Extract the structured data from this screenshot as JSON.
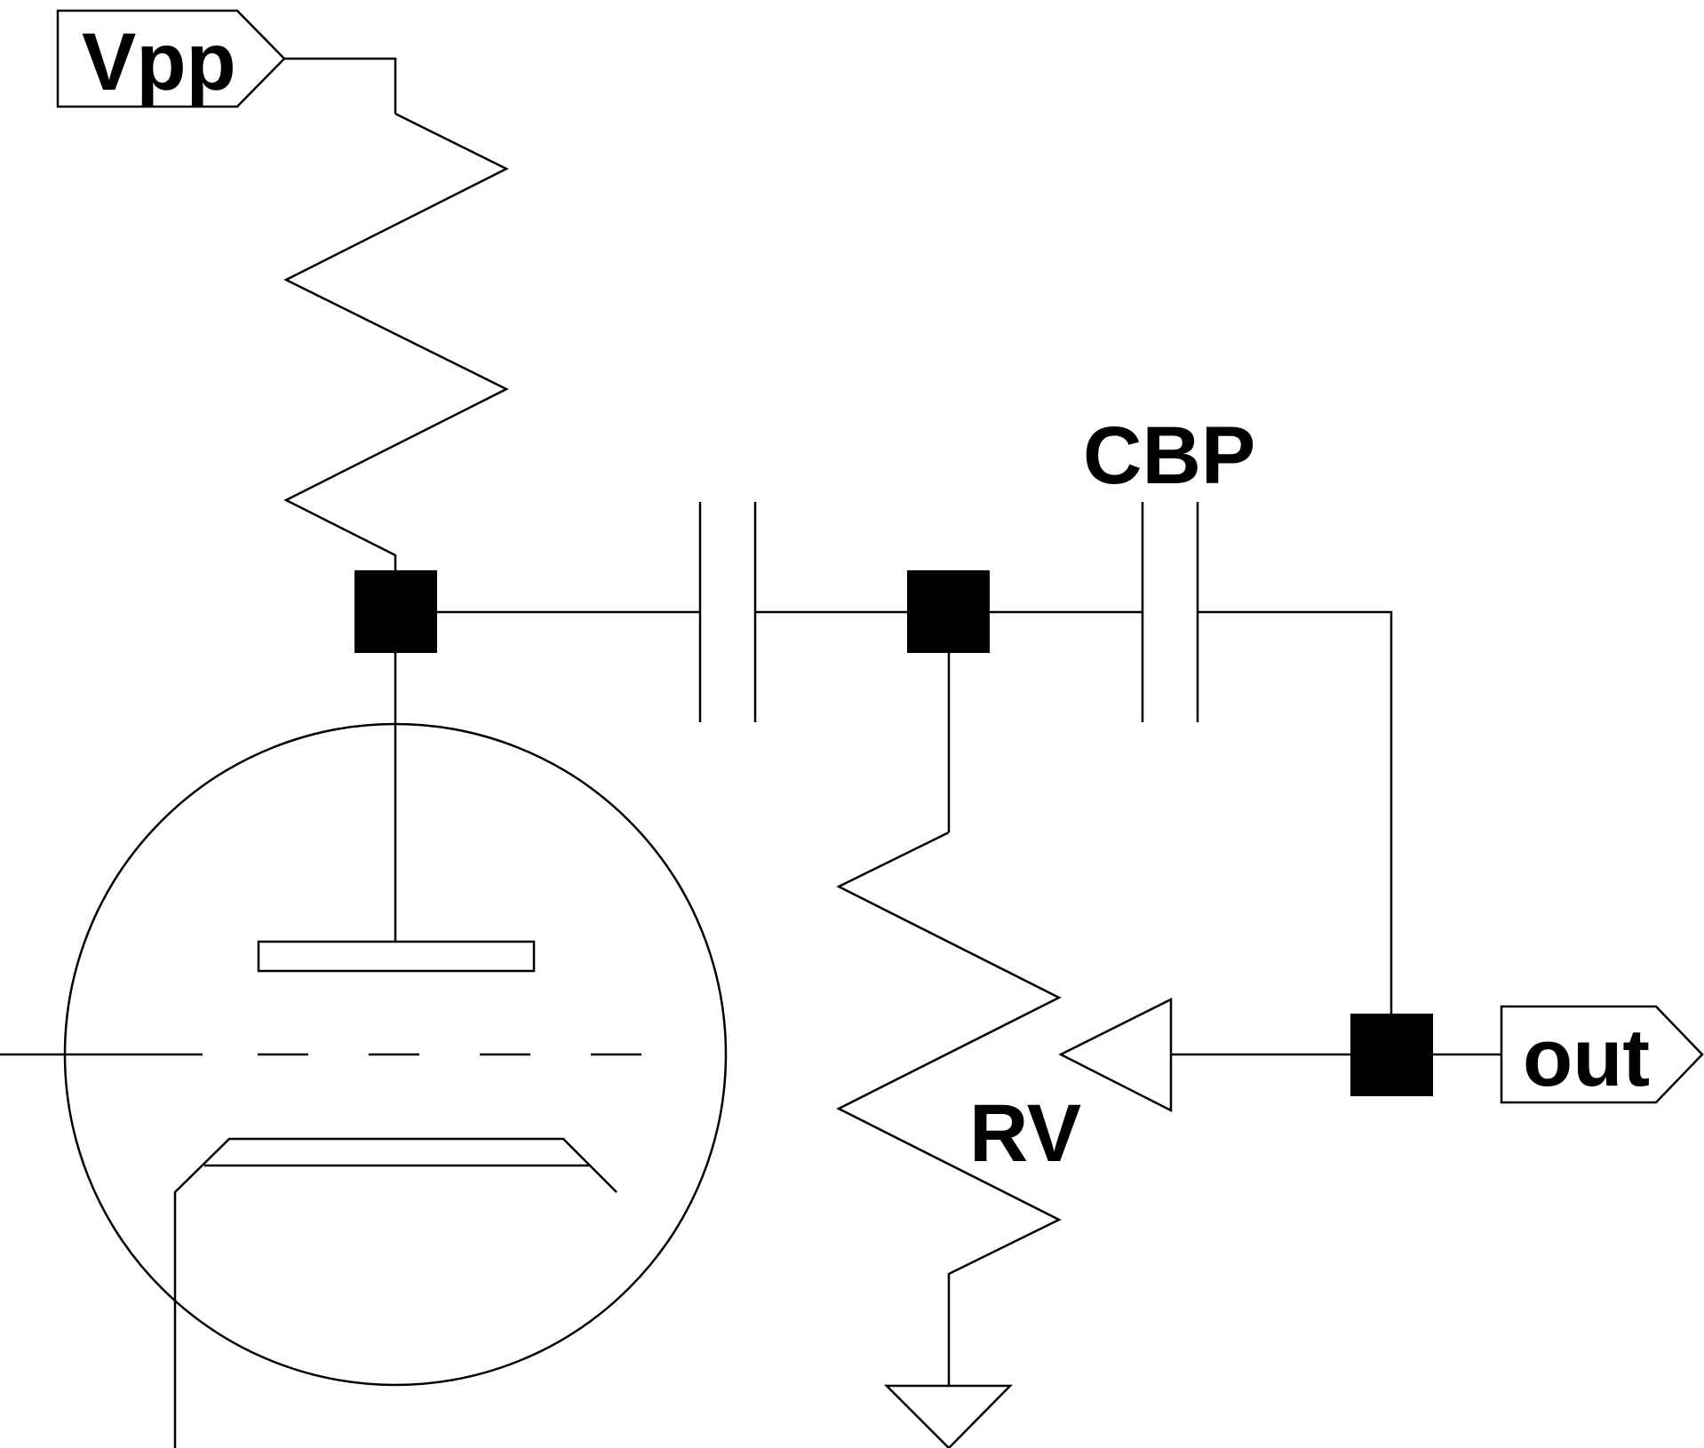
{
  "diagram": {
    "ports": {
      "vpp": "Vpp",
      "out": "out"
    },
    "components": {
      "bypass_capacitor": "CBP",
      "variable_resistor": "RV"
    }
  }
}
